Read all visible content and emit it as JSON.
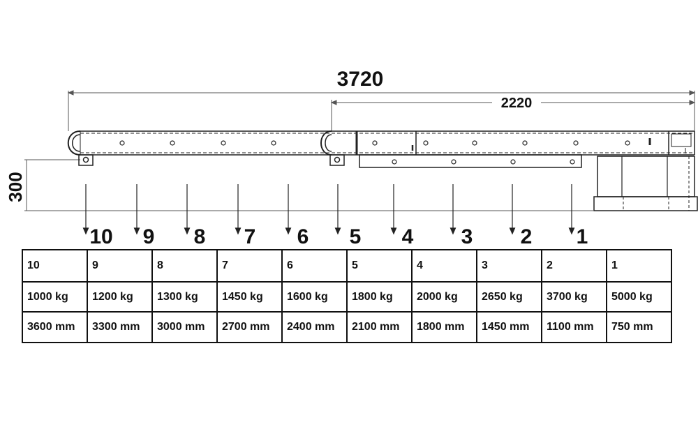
{
  "dimensions": {
    "total_length": "3720",
    "section_length": "2220",
    "height": "300"
  },
  "arrow_labels": [
    "10",
    "9",
    "8",
    "7",
    "6",
    "5",
    "4",
    "3",
    "2",
    "1"
  ],
  "table": {
    "positions": [
      "10",
      "9",
      "8",
      "7",
      "6",
      "5",
      "4",
      "3",
      "2",
      "1"
    ],
    "loads": [
      "1000 kg",
      "1200 kg",
      "1300 kg",
      "1450 kg",
      "1600 kg",
      "1800 kg",
      "2000 kg",
      "2650 kg",
      "3700 kg",
      "5000 kg"
    ],
    "lengths": [
      "3600 mm",
      "3300 mm",
      "3000 mm",
      "2700 mm",
      "2400 mm",
      "2100 mm",
      "1800 mm",
      "1450 mm",
      "1100 mm",
      "750 mm"
    ]
  }
}
